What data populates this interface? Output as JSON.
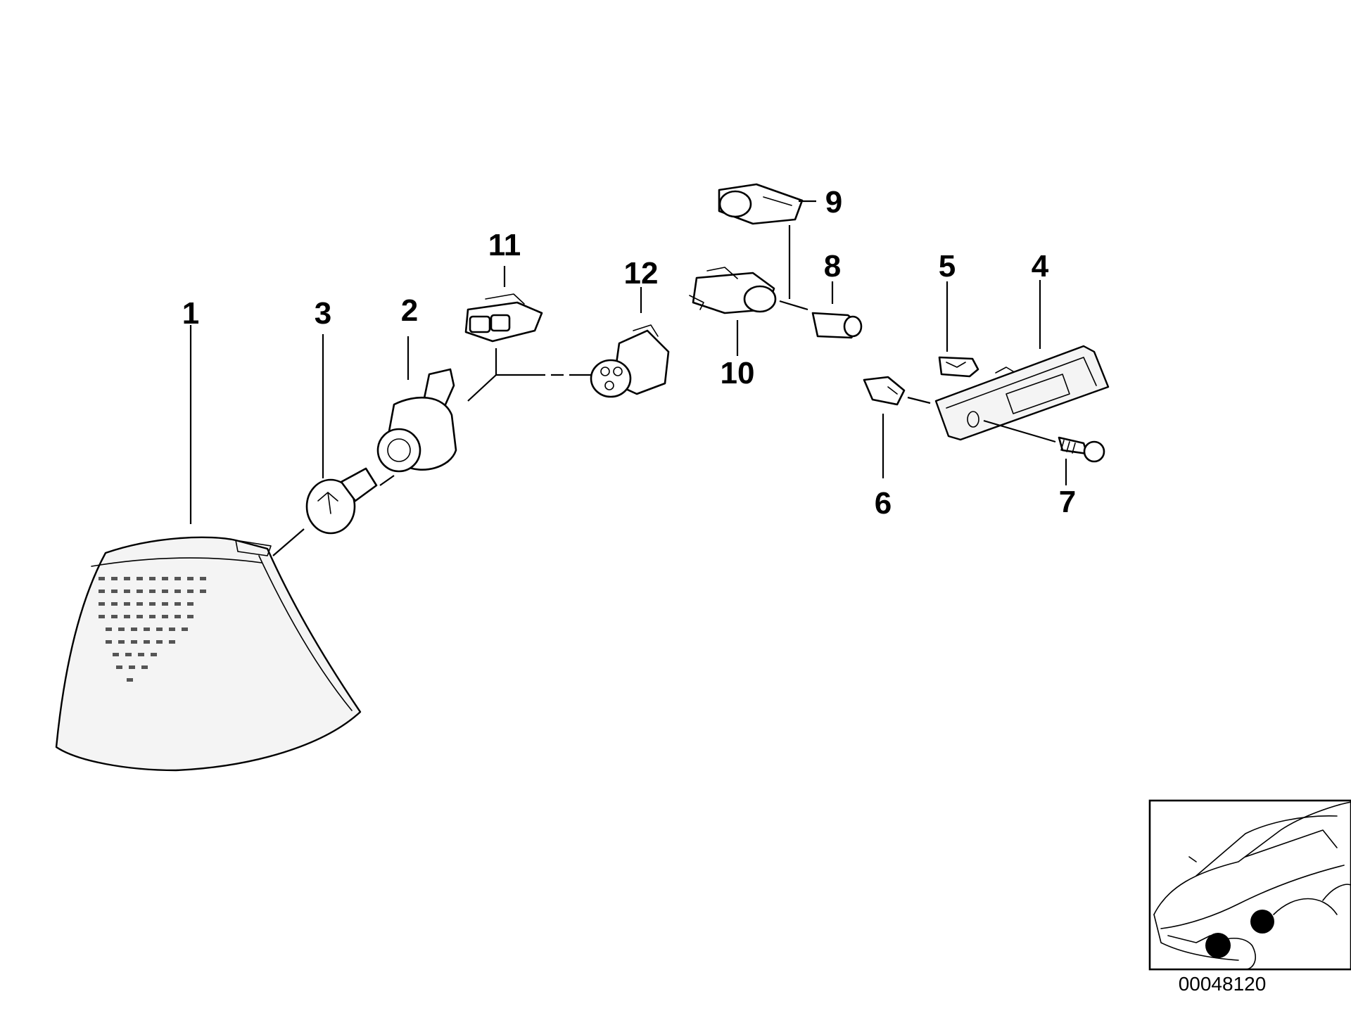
{
  "callouts": {
    "p1": "1",
    "p2": "2",
    "p3": "3",
    "p4": "4",
    "p5": "5",
    "p6": "6",
    "p7": "7",
    "p8": "8",
    "p9": "9",
    "p10": "10",
    "p11": "11",
    "p12": "12"
  },
  "reference_code": "00048120",
  "colors": {
    "line": "#000000",
    "background": "#ffffff",
    "marker": "#000000"
  }
}
